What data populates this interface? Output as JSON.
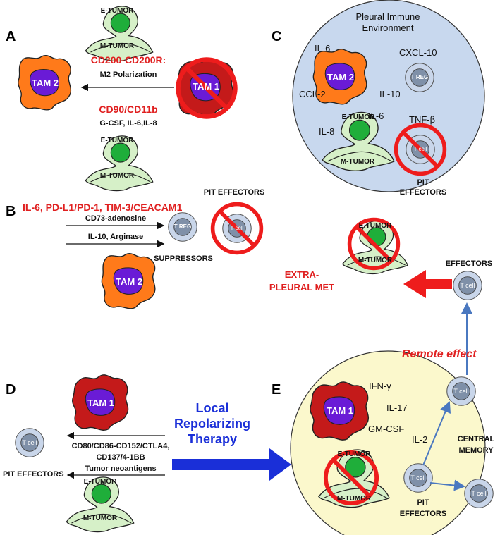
{
  "panels": {
    "A": "A",
    "B": "B",
    "C": "C",
    "D": "D",
    "E": "E"
  },
  "cells": {
    "tam1": "TAM 1",
    "tam2": "TAM 2",
    "treg": "T REG",
    "tcell": "T cell",
    "etumor": "E-TUMOR",
    "mtumor": "M-TUMOR"
  },
  "panelA": {
    "sig1": "CD200-CD200R:",
    "sig1_sub": "M2 Polarization",
    "sig2": "CD90/CD11b",
    "sig2_sub": "G-CSF, IL-6,IL-8"
  },
  "panelB": {
    "header": "IL-6, PD-L1/PD-1, TIM-3/CEACAM1",
    "line1": "CD73-adenosine",
    "line2": "IL-10, Arginase",
    "suppressors": "SUPPRESSORS",
    "pit_effectors": "PIT EFFECTORS"
  },
  "panelC": {
    "title_line1": "Pleural Immune",
    "title_line2": "Environment",
    "il6a": "IL-6",
    "cxcl10": "CXCL-10",
    "ccl2": "CCL-2",
    "il10": "IL-10",
    "il6b": "IL-6",
    "tnfb": "TNF-β",
    "il8": "IL-8",
    "pit1": "PIT",
    "pit2": "EFFECTORS"
  },
  "met": {
    "extra1": "EXTRA-",
    "extra2": "PLEURAL MET",
    "effectors": "EFFECTORS",
    "remote": "Remote effect"
  },
  "panelD": {
    "line1": "CD80/CD86-CD152/CTLA4,",
    "line2": "CD137/4-1BB",
    "line3": "Tumor neoantigens",
    "pit_effectors": "PIT EFFECTORS"
  },
  "therapy": {
    "l1": "Local",
    "l2": "Repolarizing",
    "l3": "Therapy"
  },
  "panelE": {
    "ifng": "IFN-γ",
    "il17": "IL-17",
    "gmcsf": "GM-CSF",
    "il2": "IL-2",
    "cm1": "CENTRAL",
    "cm2": "MEMORY",
    "pit1": "PIT",
    "pit2": "EFFECTORS"
  },
  "colors": {
    "tam2_body": "#ff7a1a",
    "tam1_body": "#c41a1a",
    "nucleus": "#6a1bd6",
    "tumor_body": "#d6f0c8",
    "tumor_nucleus": "#1fae3a",
    "tcell_outer": "#c9d6ea",
    "tcell_inner": "#7f90a8",
    "panelC_bg": "#c8d8ee",
    "panelE_bg": "#fbf8cc",
    "prohibit": "#ee1c1c",
    "arrow_red": "#ee1c1c",
    "arrow_blue": "#1a2fd8",
    "thin_arrow": "#4a78c0"
  }
}
